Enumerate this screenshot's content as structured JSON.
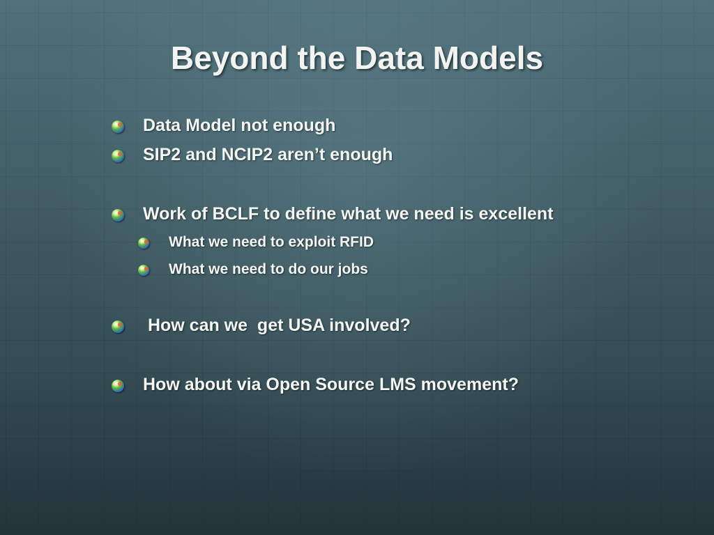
{
  "slide": {
    "title": "Beyond the Data Models",
    "bullets": [
      {
        "text": "Data Model not enough",
        "level": 1
      },
      {
        "text": "SIP2 and NCIP2 aren’t enough",
        "level": 1
      },
      {
        "text": "Work of BCLF to define what we need is excellent",
        "level": 1
      },
      {
        "text": "What we need to exploit RFID",
        "level": 2
      },
      {
        "text": "What we need to do our jobs",
        "level": 2
      },
      {
        "text": " How can we  get USA involved?",
        "level": 1
      },
      {
        "text": "How about via Open Source LMS movement?",
        "level": 1
      }
    ],
    "bullet_icon": "globe-orb-icon",
    "colors": {
      "background": "#3e5a64",
      "text": "#f4f6f2"
    }
  }
}
